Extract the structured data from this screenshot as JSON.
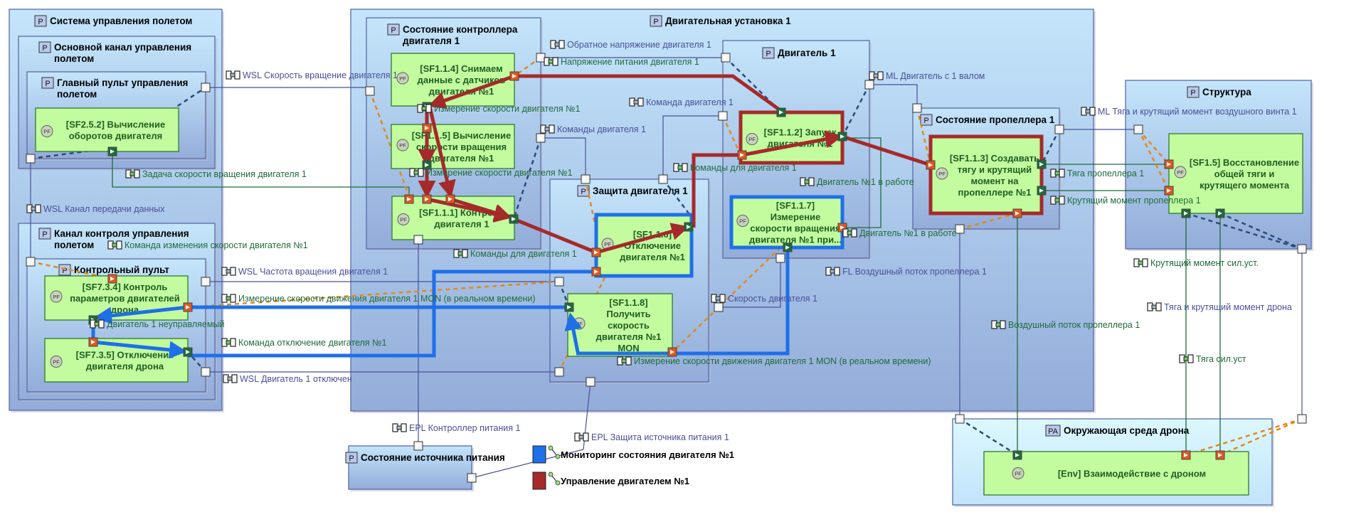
{
  "colors": {
    "container_top": "#c4e5fb",
    "container_bottom": "#93acd9",
    "environment_top": "#dcf8fe",
    "environment_bottom": "#c2e3fb",
    "function_fill": "#c3fb9f",
    "function_text": "#1d5f22",
    "functional_exchange": "#1f6b3a",
    "component_exchange": "#4a4f9a",
    "monitoring_path": "#1f6fe8",
    "control_path": "#a52a2a",
    "port_out": "#e0571e",
    "port_in": "#1f6b3a",
    "dash_orange": "#e08a1e",
    "dash_navy": "#2b4a7a"
  },
  "containers": [
    {
      "id": "sys",
      "icon": "P",
      "title": [
        "Система управления полетом"
      ]
    },
    {
      "id": "main_ch",
      "icon": "P",
      "title": [
        "Основной канал управления",
        "полетом"
      ]
    },
    {
      "id": "main_panel",
      "icon": "P",
      "title": [
        "Главный пульт управления",
        "полетом"
      ]
    },
    {
      "id": "ctrl_ch",
      "icon": "P",
      "title": [
        "Канал контроля управления",
        "полетом"
      ]
    },
    {
      "id": "ctrl_panel",
      "icon": "P",
      "title": [
        "Контрольный пульт"
      ]
    },
    {
      "id": "engine_inst",
      "icon": "P",
      "title": [
        "Двигательная установка 1"
      ]
    },
    {
      "id": "ctrl_state",
      "icon": "P",
      "title": [
        "Состояние контроллера",
        "двигателя 1"
      ]
    },
    {
      "id": "protection",
      "icon": "P",
      "title": [
        "Защита двигателя 1"
      ]
    },
    {
      "id": "engine1",
      "icon": "P",
      "title": [
        "Двигатель 1"
      ]
    },
    {
      "id": "prop_state",
      "icon": "P",
      "title": [
        "Состояние пропеллера 1"
      ]
    },
    {
      "id": "structure",
      "icon": "P",
      "title": [
        "Структура"
      ]
    },
    {
      "id": "environment",
      "icon": "PA",
      "title": [
        "Окружающая среда дрона"
      ]
    },
    {
      "id": "power",
      "icon": "P",
      "title": [
        "Состояние источника питания"
      ]
    }
  ],
  "functions": [
    {
      "id": "sf252",
      "icon": "PF",
      "lines": [
        "[SF2.5.2] Вычисление",
        "оборотов двигателя"
      ]
    },
    {
      "id": "sf734",
      "icon": "PF",
      "lines": [
        "[SF7.3.4] Контроль",
        "параметров двигателей",
        "дрона"
      ]
    },
    {
      "id": "sf735",
      "icon": "PF",
      "lines": [
        "[SF7.3.5] Отключение",
        "двигателя дрона"
      ]
    },
    {
      "id": "sf114",
      "icon": "PF",
      "lines": [
        "[SF1.1.4] Снимаем",
        "данные с датчиков",
        "двигателя №1"
      ]
    },
    {
      "id": "sf115",
      "icon": "PF",
      "lines": [
        "[SF1.1.5] Вычисление",
        "скорости вращения",
        "двигателя №1"
      ]
    },
    {
      "id": "sf111",
      "icon": "PF",
      "lines": [
        "[SF1.1.1] Контроль",
        "двигателя 1"
      ]
    },
    {
      "id": "sf116",
      "icon": "PF",
      "lines": [
        "[SF1.1.6]",
        "Отключение",
        "двигателя №1"
      ]
    },
    {
      "id": "sf118",
      "icon": "PF",
      "lines": [
        "[SF1.1.8]",
        "Получить",
        "скорость",
        "двигателя №1",
        "MON"
      ]
    },
    {
      "id": "sf112",
      "icon": "PF",
      "lines": [
        "[SF1.1.2] Запуск",
        "двигателя №1"
      ]
    },
    {
      "id": "sf117",
      "icon": "PF",
      "lines": [
        "[SF1.1.7]",
        "Измерение",
        "скорости вращения",
        "двигателя №1 при..."
      ]
    },
    {
      "id": "sf113",
      "icon": "PF",
      "lines": [
        "[SF1.1.3] Создавать",
        "тягу и крутящий",
        "момент на",
        "пропеллере №1"
      ]
    },
    {
      "id": "sf15",
      "icon": "PF",
      "lines": [
        "[SF1.5] Восстановление",
        "общей тяги и",
        "крутящего момента"
      ]
    },
    {
      "id": "env",
      "icon": "PF",
      "lines": [
        "[Env] Взаимодействие с дроном"
      ]
    }
  ],
  "exchanges": [
    {
      "kind": "component",
      "label": "WSL Скорость вращение двигателя 1"
    },
    {
      "kind": "functional",
      "label": "Задача скорости вращения двигателя 1"
    },
    {
      "kind": "component",
      "label": "WSL Канал передачи данных"
    },
    {
      "kind": "functional",
      "label": "Команда изменения скорости двигателя №1"
    },
    {
      "kind": "component",
      "label": "WSL Частота вращения двигателя 1"
    },
    {
      "kind": "functional",
      "label": "Измерение скорости движения двигателя 1 MON (в реальном времени)"
    },
    {
      "kind": "functional",
      "label": "Двигатель 1 неуправляемый"
    },
    {
      "kind": "functional",
      "label": "Команда отключение двигателя №1"
    },
    {
      "kind": "component",
      "label": "WSL Двигатель 1 отключен"
    },
    {
      "kind": "component",
      "label": "Обратное напряжение двигателя 1"
    },
    {
      "kind": "functional",
      "label": "Напряжение питания двигателя 1"
    },
    {
      "kind": "functional",
      "label": "Измерение скорости двигателя №1"
    },
    {
      "kind": "component",
      "label": "Команда двигателя 1"
    },
    {
      "kind": "component",
      "label": "Команды двигателя 1"
    },
    {
      "kind": "functional",
      "label": "Измерение скорости двигателя №1"
    },
    {
      "kind": "functional",
      "label": "Команды для двигателя 1"
    },
    {
      "kind": "functional",
      "label": "Команды для двигателя 1"
    },
    {
      "kind": "functional",
      "label": "Двигатель №1 в работе"
    },
    {
      "kind": "functional",
      "label": "Двигатель №1 в работе"
    },
    {
      "kind": "component",
      "label": "ML Двигатель с 1 валом"
    },
    {
      "kind": "component",
      "label": "ML Тяга и крутящий момент воздушного винта 1"
    },
    {
      "kind": "functional",
      "label": "Тяга пропеллера 1"
    },
    {
      "kind": "functional",
      "label": "Крутящий момент пропеллера 1"
    },
    {
      "kind": "component",
      "label": "FL Воздушный поток пропеллера 1"
    },
    {
      "kind": "component",
      "label": "Скорость двигателя 1"
    },
    {
      "kind": "functional",
      "label": "Измерение скорости движения двигателя 1 MON (в реальном времени)"
    },
    {
      "kind": "functional",
      "label": "Воздушный поток пропеллера 1"
    },
    {
      "kind": "functional",
      "label": "Крутящий момент сил.уст."
    },
    {
      "kind": "component",
      "label": "Тяга и крутящий момент дрона"
    },
    {
      "kind": "functional",
      "label": "Тяга сил.уст"
    },
    {
      "kind": "component",
      "label": "EPL Контроллер питания 1"
    },
    {
      "kind": "component",
      "label": "EPL Защита источника питания 1"
    }
  ],
  "legend": [
    {
      "label": "Мониторинг состояния двигателя №1",
      "color": "#1f6fe8"
    },
    {
      "label": "Управление двигателем №1",
      "color": "#a52a2a"
    }
  ]
}
